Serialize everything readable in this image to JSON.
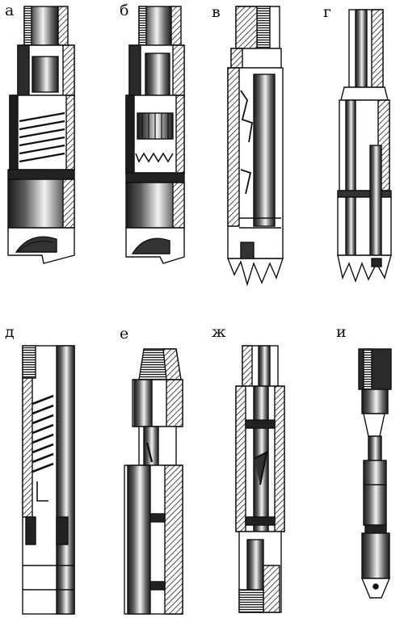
{
  "panels": [
    {
      "id": "a",
      "label": "а"
    },
    {
      "id": "b",
      "label": "б"
    },
    {
      "id": "v",
      "label": "в"
    },
    {
      "id": "g",
      "label": "г"
    },
    {
      "id": "d",
      "label": "д"
    },
    {
      "id": "e",
      "label": "е"
    },
    {
      "id": "zh",
      "label": "ж"
    },
    {
      "id": "i",
      "label": "и"
    }
  ],
  "colors": {
    "ink": "#111111",
    "paper": "#ffffff",
    "hatch": "#222222",
    "shade": "#3a3a3a"
  }
}
